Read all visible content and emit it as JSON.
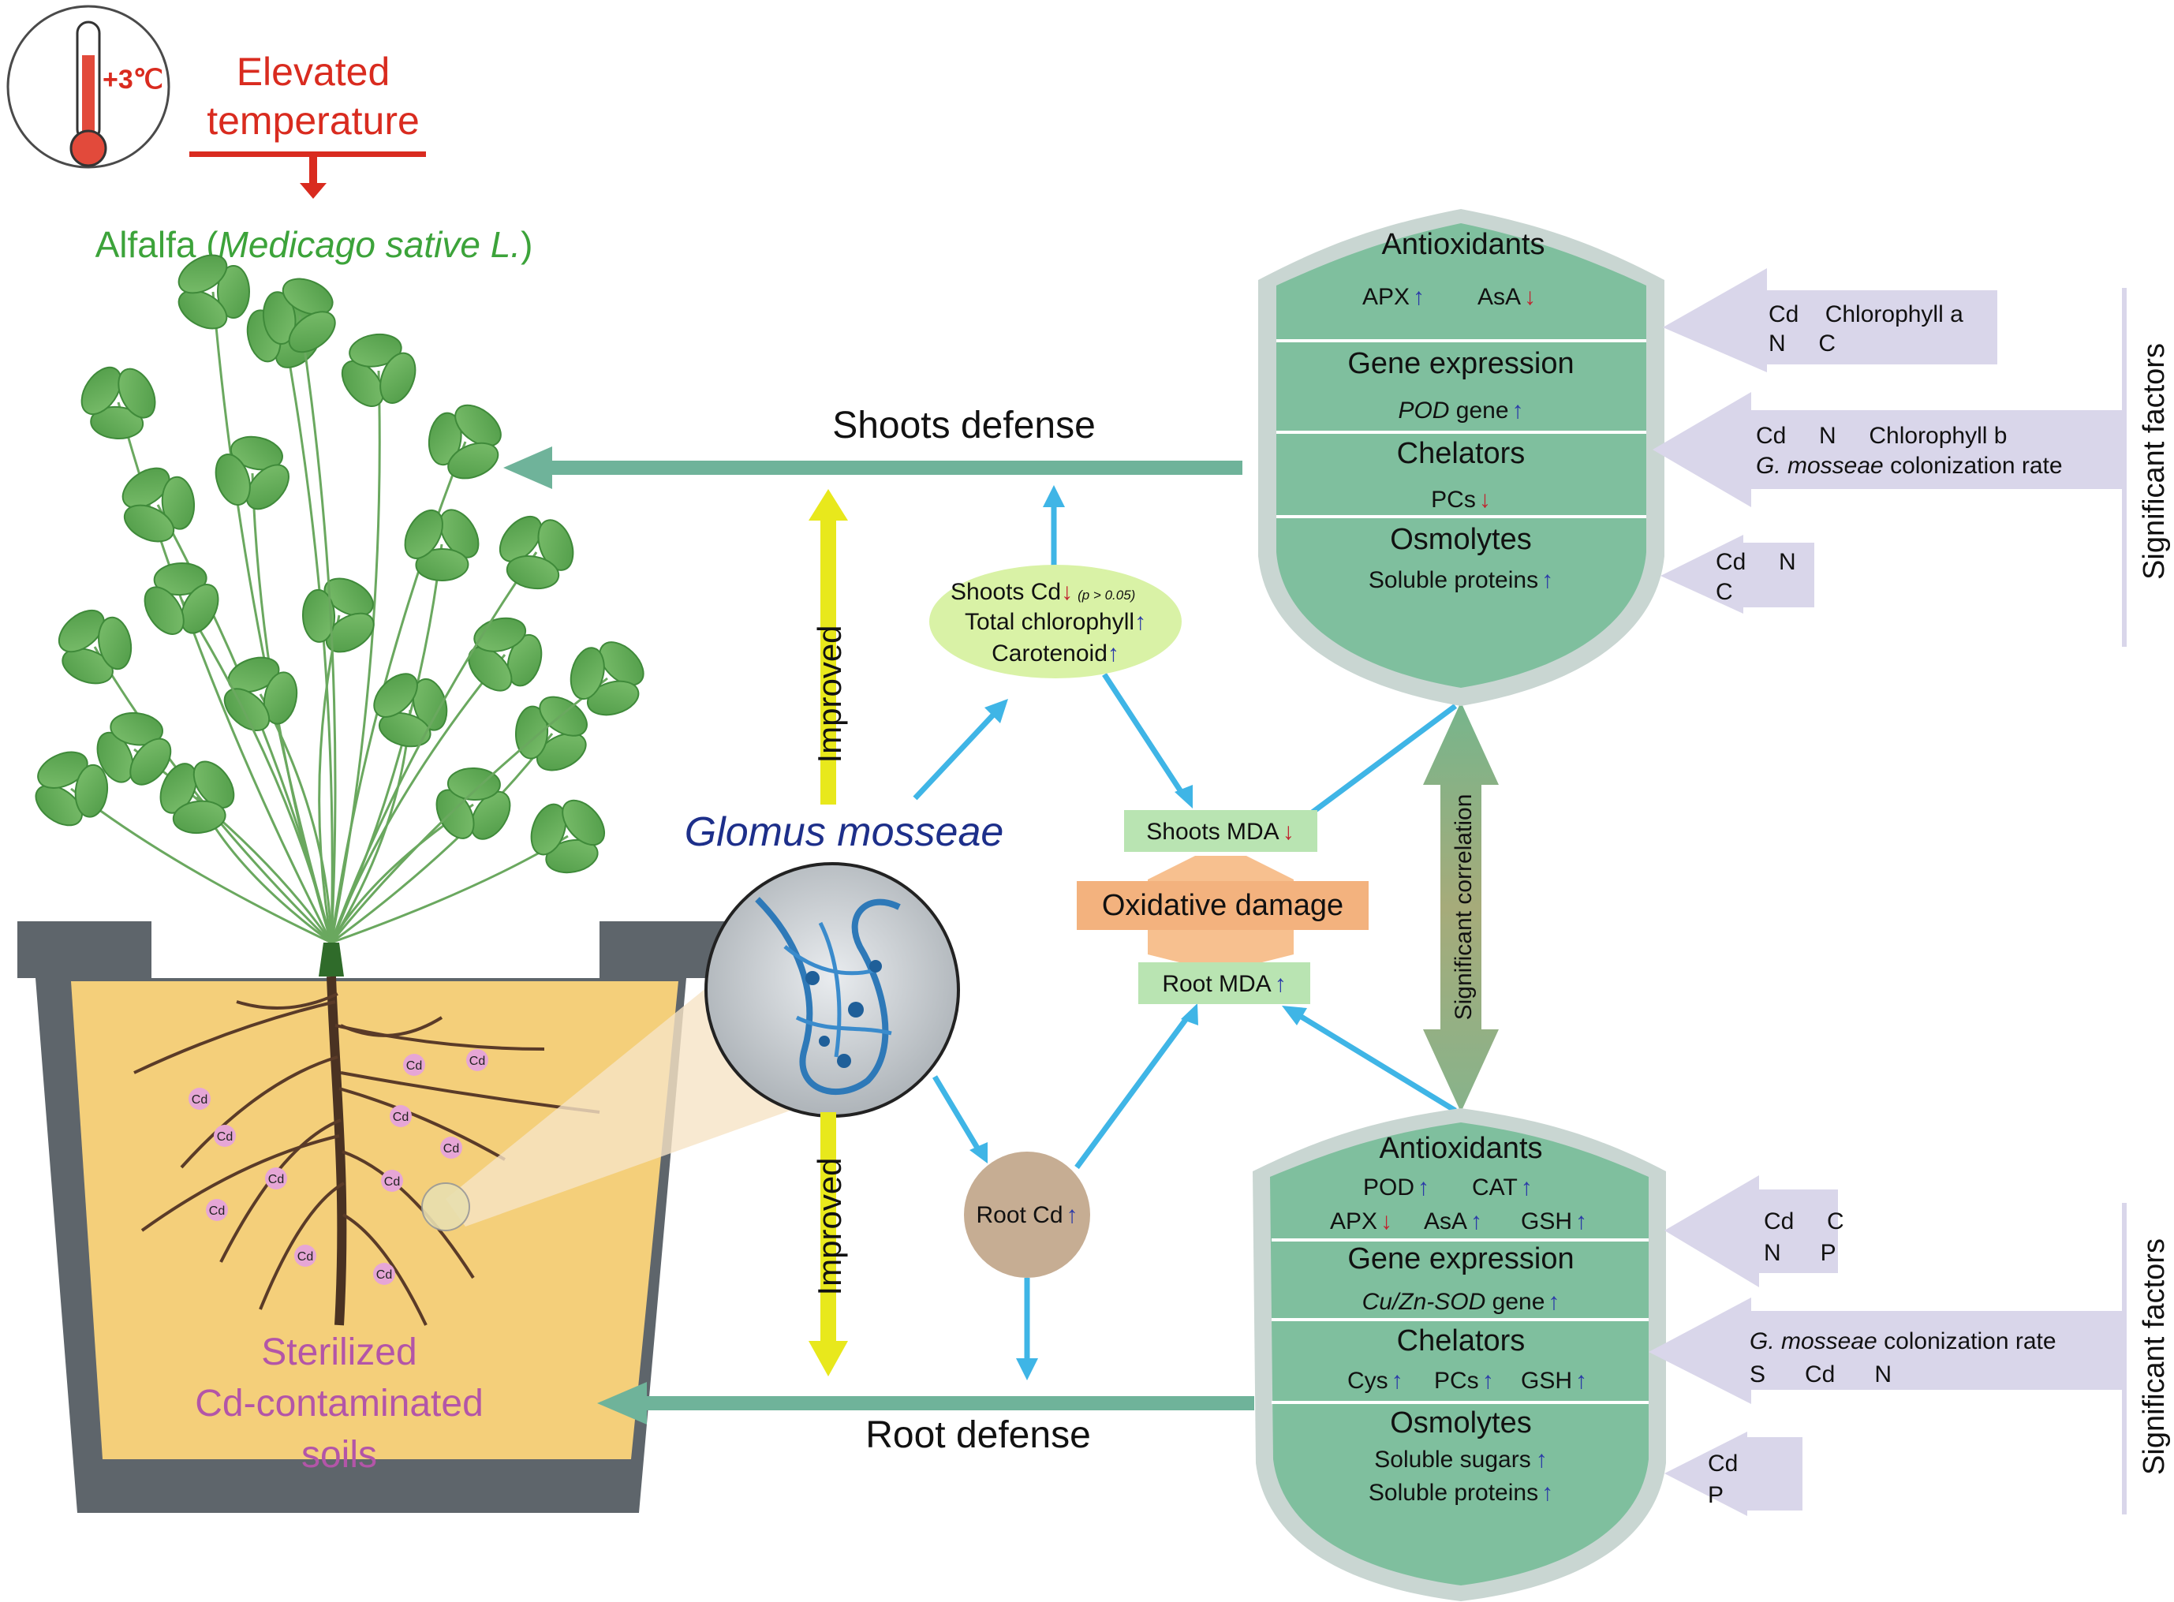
{
  "header": {
    "temp_badge": "+3℃",
    "elevated_line1": "Elevated",
    "elevated_line2": "temperature",
    "plant_prefix": "Alfalfa (",
    "plant_species": "Medicago sative L.",
    "plant_suffix": ")"
  },
  "soil": {
    "line1": "Sterilized",
    "line2": "Cd-contaminated",
    "line3": "soils",
    "particle_label": "Cd"
  },
  "fungus": {
    "name": "Glomus mosseae"
  },
  "center": {
    "shoots_defense": "Shoots defense",
    "root_defense": "Root defense",
    "improved": "Improved",
    "shoots_ellipse": {
      "line1": "Shoots Cd",
      "pnote": "(p > 0.05)",
      "line2": "Total chlorophyll",
      "line3": "Carotenoid"
    },
    "root_cd": "Root Cd",
    "shoots_mda": "Shoots MDA",
    "root_mda": "Root MDA",
    "oxidative": "Oxidative damage",
    "significant_correlation": "Significant correlation"
  },
  "arrows": {
    "up": "↑",
    "down": "↓"
  },
  "shoot_shield": {
    "antioxidants": "Antioxidants",
    "apx": "APX",
    "asa": "AsA",
    "gene_expression": "Gene expression",
    "pod_gene_italic": "POD",
    "pod_gene_rest": " gene",
    "chelators": "Chelators",
    "pcs": "PCs",
    "osmolytes": "Osmolytes",
    "soluble_proteins": "Soluble proteins"
  },
  "root_shield": {
    "antioxidants": "Antioxidants",
    "pod": "POD",
    "cat": "CAT",
    "apx": "APX",
    "asa": "AsA",
    "gsh": "GSH",
    "gene_expression": "Gene expression",
    "sod_gene_italic": "Cu/Zn-SOD",
    "sod_gene_rest": " gene",
    "chelators": "Chelators",
    "cys": "Cys",
    "pcs": "PCs",
    "gsh2": "GSH",
    "osmolytes": "Osmolytes",
    "soluble_sugars": "Soluble sugars",
    "soluble_proteins": "Soluble proteins"
  },
  "shoot_factors": {
    "label": "Significant factors",
    "box1_line1": "Cd    Chlorophyll a",
    "box1_line2": "N     C",
    "box2_line1": "Cd     N     Chlorophyll b",
    "box2_italic": "G. mosseae",
    "box2_rest": " colonization rate",
    "box3_line1": "Cd     N",
    "box3_line2": "C"
  },
  "root_factors": {
    "label": "Significant factors",
    "box1_line1": "Cd     C",
    "box1_line2": "N      P",
    "box2_italic": "G. mosseae",
    "box2_rest": " colonization rate",
    "box2_line2": "S      Cd      N",
    "box3_line1": "Cd",
    "box3_line2": "P"
  },
  "colors": {
    "shield_green": "#7fbf9e",
    "shield_border": "#c9d6d2",
    "defense_arrow": "#6fb39a",
    "blue_arrow": "#3fb5e6",
    "yellow_arrow": "#e8e81c",
    "factor_purple": "#d9d6ea",
    "pot_grey": "#5e656b",
    "soil": "#f4cf7a",
    "title_red": "#d92b1f",
    "plant_green": "#3ca33a"
  }
}
